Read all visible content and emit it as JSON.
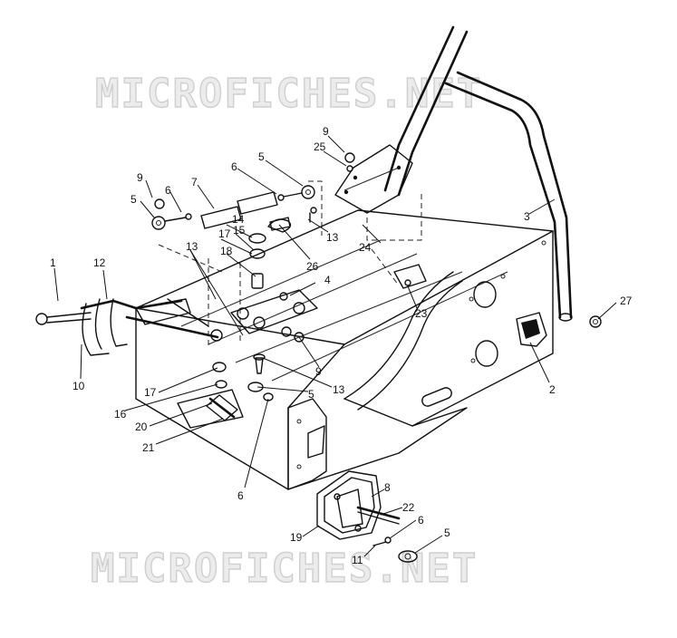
{
  "watermark": {
    "top_text": "MICROFICHES.NET",
    "bottom_text": "MICROFICHES.NET"
  },
  "callouts": {
    "c1": "1",
    "c2": "2",
    "c3": "3",
    "c4": "4",
    "c5a": "5",
    "c5b": "5",
    "c5c": "5",
    "c5d": "5",
    "c6a": "6",
    "c6b": "6",
    "c6c": "6",
    "c7": "7",
    "c8": "8",
    "c9a": "9",
    "c9b": "9",
    "c9c": "9",
    "c10": "10",
    "c11": "11",
    "c12": "12",
    "c13a": "13",
    "c13b": "13",
    "c13c": "13",
    "c14": "14",
    "c15": "15",
    "c16": "16",
    "c17a": "17",
    "c17b": "17",
    "c18": "18",
    "c19": "19",
    "c20": "20",
    "c21": "21",
    "c22": "22",
    "c23": "23",
    "c24": "24",
    "c25": "25",
    "c26": "26",
    "c27": "27"
  }
}
